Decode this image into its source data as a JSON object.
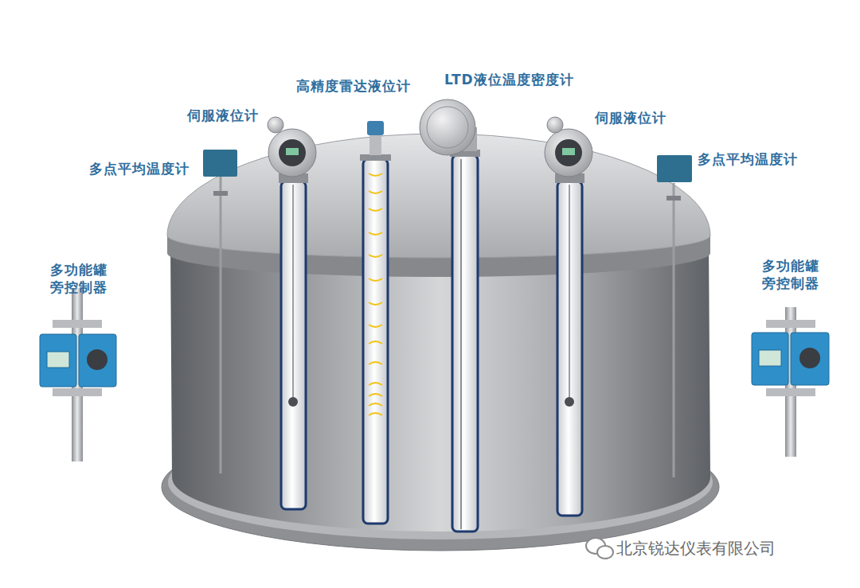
{
  "diagram": {
    "labels": [
      "高精度雷达液位计",
      "LTD液位温度密度计",
      "伺服液位计",
      "伺服液位计",
      "多点平均温度计",
      "多点平均温度计",
      "多功能罐 旁控制器",
      "多功能罐 旁控制器",
      "北京锐达仪表有限公司"
    ]
  }
}
